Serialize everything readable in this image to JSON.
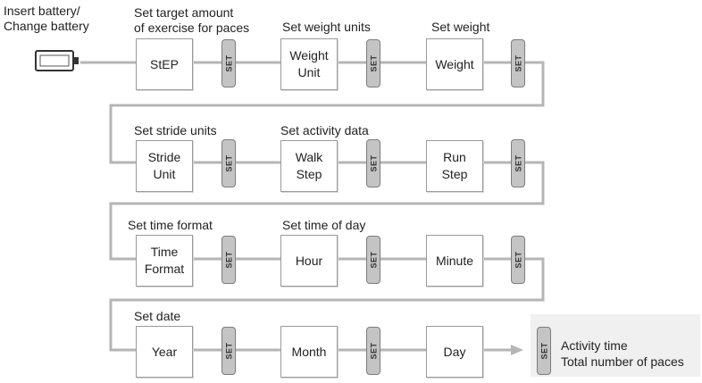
{
  "start_label": "Insert battery/\nChange battery",
  "steps": [
    {
      "title": "Set target amount\nof exercise for paces",
      "box": "StEP"
    },
    {
      "title": "Set weight units",
      "box": "Weight\nUnit"
    },
    {
      "title": "Set weight",
      "box": "Weight"
    },
    {
      "title": "Set stride units",
      "box": "Stride\nUnit"
    },
    {
      "title": "Set activity data",
      "box": "Walk\nStep"
    },
    {
      "title": "",
      "box": "Run\nStep"
    },
    {
      "title": "Set time format",
      "box": "Time\nFormat"
    },
    {
      "title": "Set time of day",
      "box": "Hour"
    },
    {
      "title": "",
      "box": "Minute"
    },
    {
      "title": "Set date",
      "box": "Year"
    },
    {
      "title": "",
      "box": "Month"
    },
    {
      "title": "",
      "box": "Day"
    }
  ],
  "set_button_label": "SET",
  "final": {
    "text": "Activity time\nTotal number of paces"
  }
}
